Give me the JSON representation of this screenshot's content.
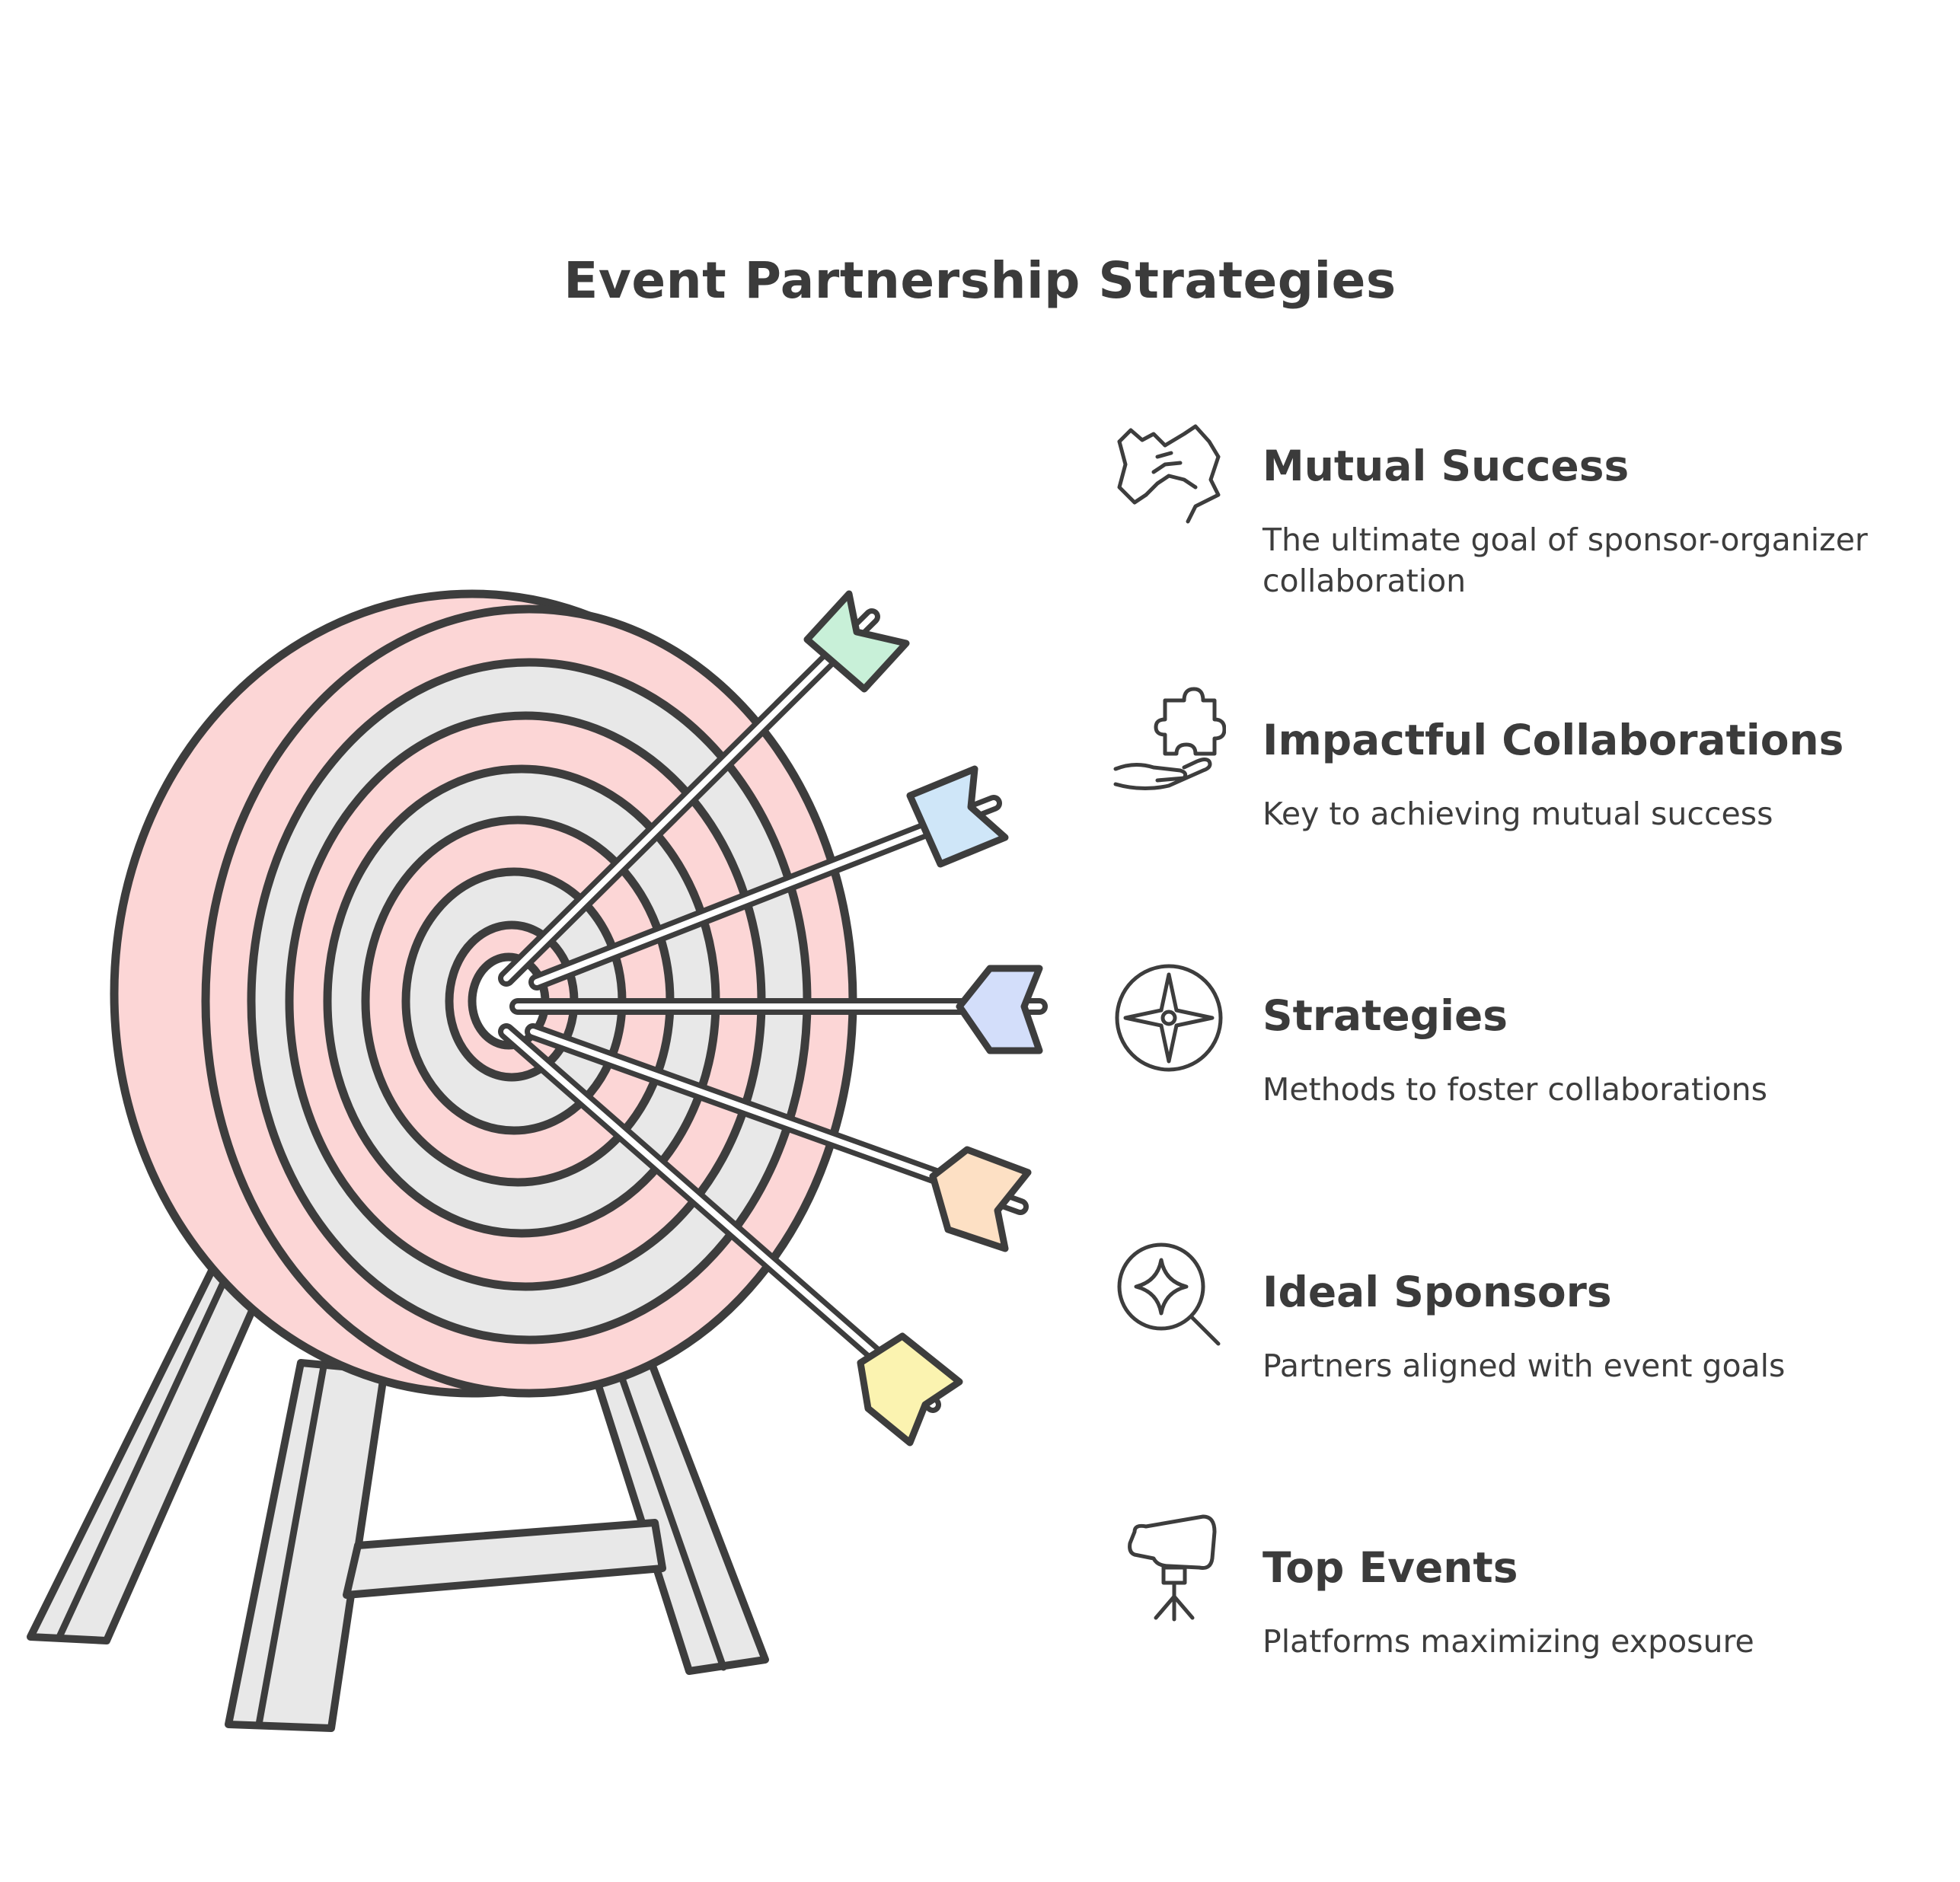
{
  "title": "Event Partnership Strategies",
  "items": [
    {
      "icon": "handshake-icon",
      "heading": "Mutual Success",
      "description": "The ultimate goal of sponsor-organizer collaboration"
    },
    {
      "icon": "puzzle-hand-icon",
      "heading": "Impactful Collaborations",
      "description": "Key to achieving mutual success"
    },
    {
      "icon": "compass-icon",
      "heading": "Strategies",
      "description": "Methods to foster collaborations"
    },
    {
      "icon": "magnifier-sparkle-icon",
      "heading": "Ideal Sponsors",
      "description": "Partners aligned with event goals"
    },
    {
      "icon": "camera-tripod-icon",
      "heading": "Top Events",
      "description": "Platforms maximizing exposure"
    }
  ],
  "colors": {
    "ink": "#3d3d3d",
    "ring_pink": "#fcd6d6",
    "ring_gray": "#e8e8e8",
    "fletch_green": "#c8f0d8",
    "fletch_blue": "#cfe6f8",
    "fletch_periwinkle": "#d3defa",
    "fletch_orange": "#fde0c4",
    "fletch_yellow": "#fbf3b0"
  }
}
